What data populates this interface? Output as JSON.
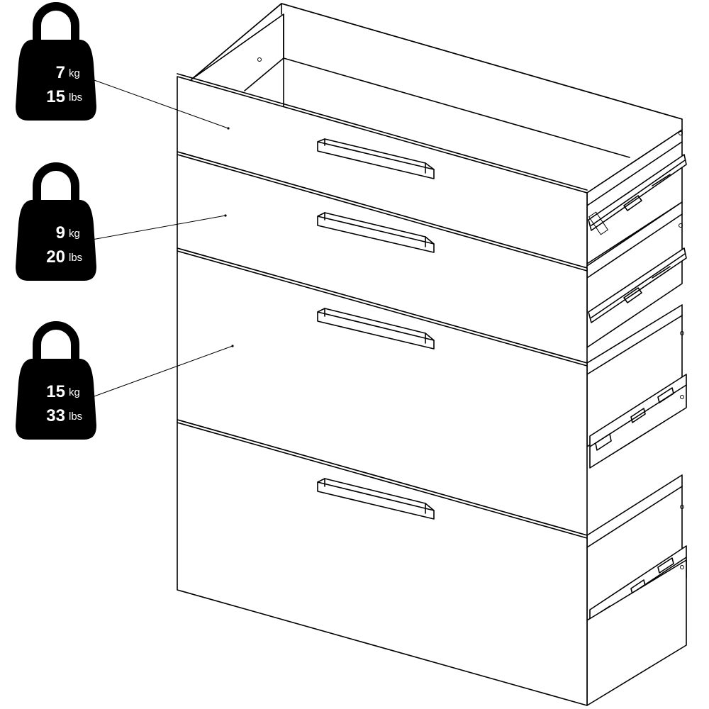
{
  "weights": [
    {
      "kg_value": "7",
      "kg_unit": "kg",
      "lbs_value": "15",
      "lbs_unit": "lbs",
      "drawer": "top-drawer"
    },
    {
      "kg_value": "9",
      "kg_unit": "kg",
      "lbs_value": "20",
      "lbs_unit": "lbs",
      "drawer": "second-drawer"
    },
    {
      "kg_value": "15",
      "kg_unit": "kg",
      "lbs_value": "33",
      "lbs_unit": "lbs",
      "drawer": "third-drawer"
    }
  ],
  "drawer_count": 4,
  "icon": "weight-icon",
  "colors": {
    "ink": "#000000",
    "paper": "#ffffff",
    "weight_fill": "#000000"
  }
}
